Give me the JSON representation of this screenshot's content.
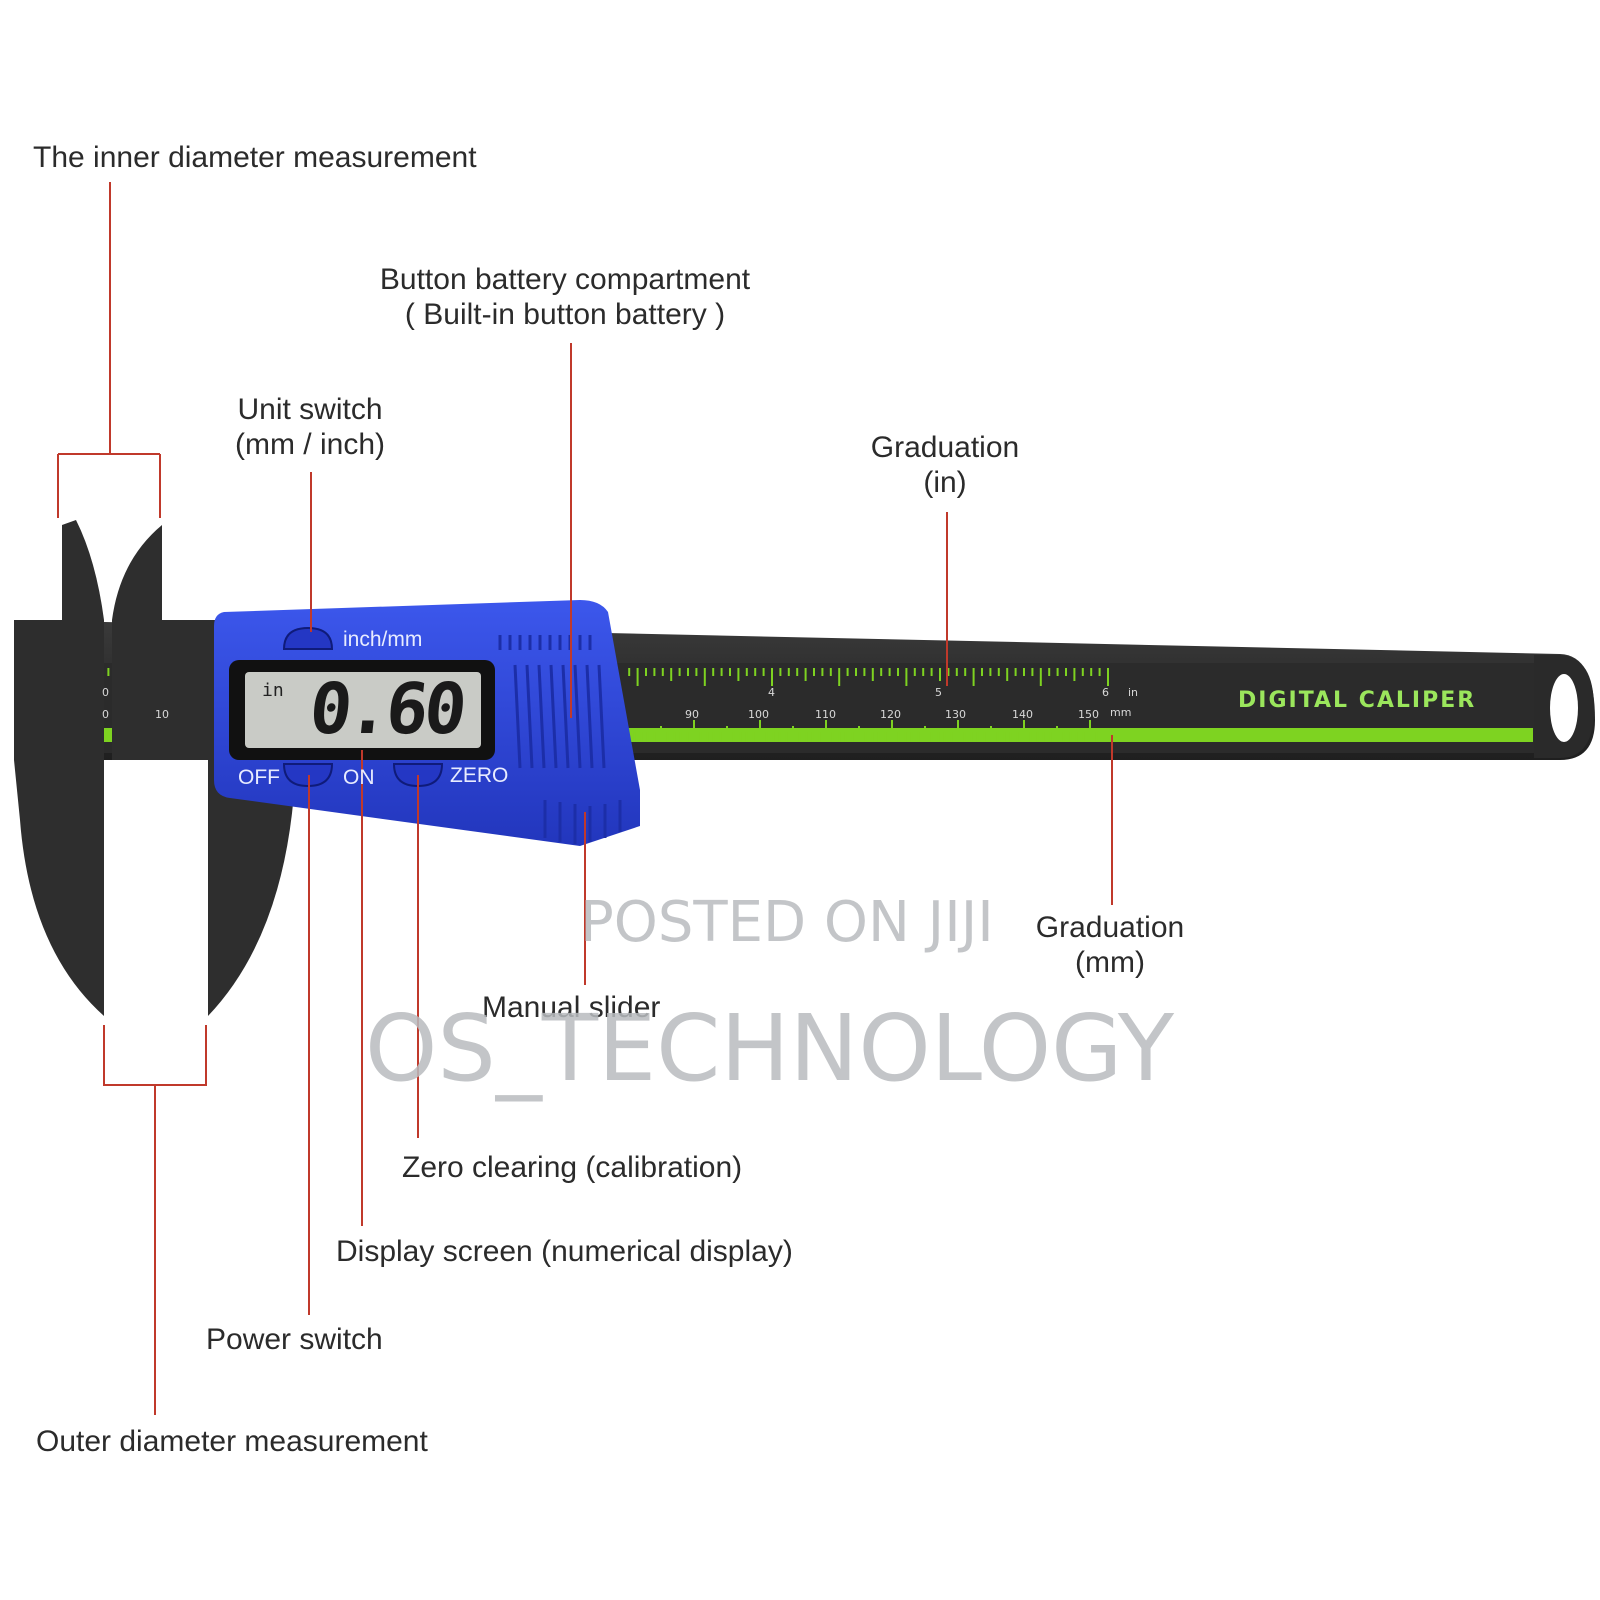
{
  "labels": {
    "inner_diameter": "The inner diameter measurement",
    "battery_line1": "Button battery compartment",
    "battery_line2": "( Built-in button battery )",
    "unit_switch_line1": "Unit switch",
    "unit_switch_line2": "(mm / inch)",
    "grad_in_line1": "Graduation",
    "grad_in_line2": "(in)",
    "grad_mm_line1": "Graduation",
    "grad_mm_line2": "(mm)",
    "manual_slider": "Manual slider",
    "zero_clearing": "Zero clearing (calibration)",
    "display_screen": "Display screen (numerical display)",
    "power_switch": "Power switch",
    "outer_diameter": "Outer diameter measurement"
  },
  "device": {
    "inch_mm_button": "inch/mm",
    "off_label": "OFF",
    "on_label": "ON",
    "zero_label": "ZERO",
    "lcd_unit": "in",
    "lcd_value": "0.60",
    "brand_text": "DIGITAL CALIPER",
    "scale_in_unit": "in",
    "scale_mm_unit": "mm",
    "mm_ticks": [
      "0",
      "10",
      "90",
      "100",
      "110",
      "120",
      "130",
      "140",
      "150"
    ],
    "in_ticks": [
      "0",
      "4",
      "5",
      "6"
    ]
  },
  "watermarks": {
    "posted": "POSTED ON JIJI",
    "brand": "OS_TECHNOLOGY"
  },
  "colors": {
    "leader_line": "#c0392b",
    "slider_blue": "#2f47d6",
    "body_black": "#2a2a2a",
    "scale_green": "#7ed321"
  }
}
